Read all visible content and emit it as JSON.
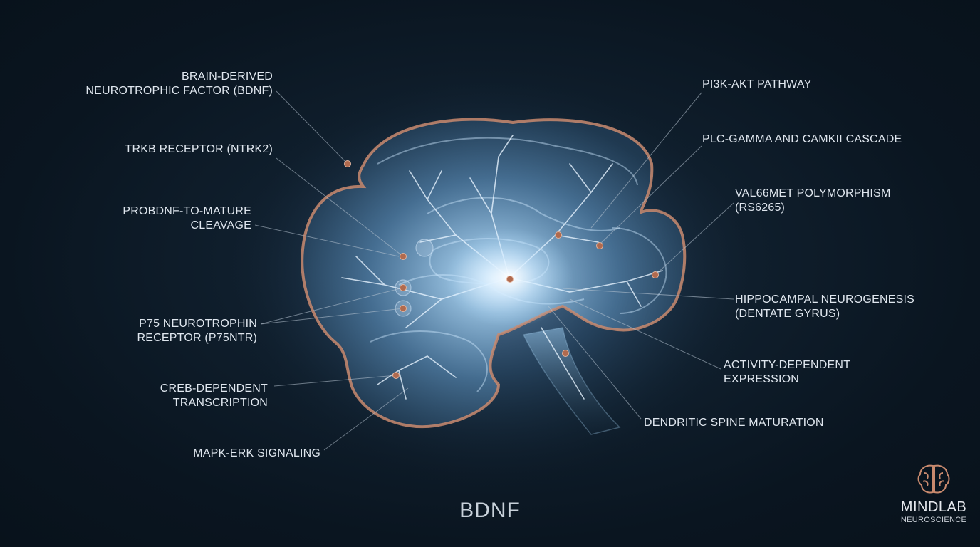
{
  "diagram": {
    "title": "BDNF",
    "labels": {
      "bdnf": [
        "BRAIN-DERIVED",
        "NEUROTROPHIC FACTOR (BDNF)"
      ],
      "trkb": [
        "TRKB RECEPTOR (NTRK2)"
      ],
      "probdnf": [
        "PROBDNF-TO-MATURE",
        "CLEAVAGE"
      ],
      "p75": [
        "P75 NEUROTROPHIN",
        "RECEPTOR (P75NTR)"
      ],
      "creb": [
        "CREB-DEPENDENT",
        "TRANSCRIPTION"
      ],
      "mapk": [
        "MAPK-ERK SIGNALING"
      ],
      "pi3k": [
        "PI3K-AKT PATHWAY"
      ],
      "plc": [
        "PLC-GAMMA AND CAMKII CASCADE"
      ],
      "val66met": [
        "VAL66MET POLYMORPHISM",
        "(RS6265)"
      ],
      "hippocampal": [
        "HIPPOCAMPAL NEUROGENESIS",
        "(DENTATE GYRUS)"
      ],
      "activity": [
        "ACTIVITY-DEPENDENT",
        "EXPRESSION"
      ],
      "dendritic": [
        "DENDRITIC SPINE MATURATION"
      ]
    }
  },
  "logo": {
    "brand": "MINDLAB",
    "subtitle": "NEUROSCIENCE",
    "icon": "brain-icon"
  },
  "colors": {
    "background": "#0c1824",
    "glow": "#cfe8ff",
    "outline": "#c98a6e",
    "label_text": "#dfe6ee",
    "marker": "#b06a4e"
  }
}
